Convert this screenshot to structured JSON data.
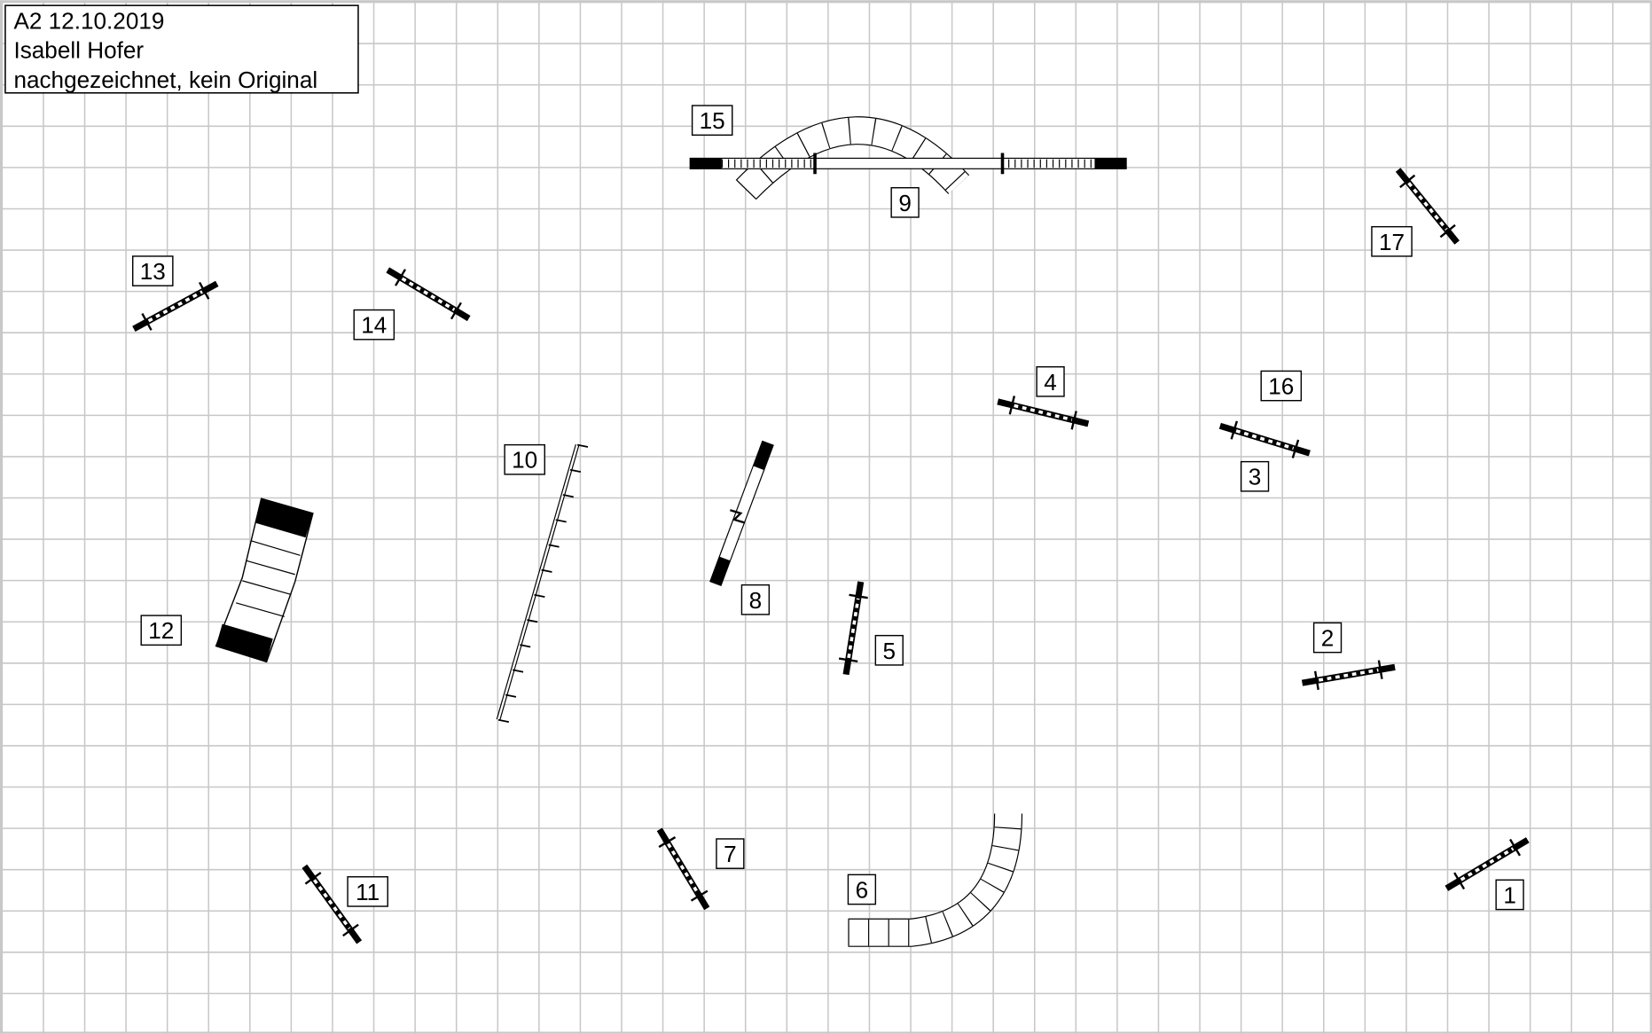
{
  "info_box": {
    "line1": "A2 12.10.2019",
    "line2": "Isabell Hofer",
    "line3": "nachgezeichnet, kein Original"
  },
  "obstacles": [
    {
      "number": "1",
      "type": "jump"
    },
    {
      "number": "2",
      "type": "jump"
    },
    {
      "number": "3",
      "type": "jump"
    },
    {
      "number": "4",
      "type": "jump"
    },
    {
      "number": "5",
      "type": "jump"
    },
    {
      "number": "6",
      "type": "tunnel"
    },
    {
      "number": "7",
      "type": "jump"
    },
    {
      "number": "8",
      "type": "tire"
    },
    {
      "number": "9",
      "type": "tunnel"
    },
    {
      "number": "10",
      "type": "weave"
    },
    {
      "number": "11",
      "type": "jump"
    },
    {
      "number": "12",
      "type": "a-frame"
    },
    {
      "number": "13",
      "type": "jump"
    },
    {
      "number": "14",
      "type": "jump"
    },
    {
      "number": "15",
      "type": "dogwalk"
    },
    {
      "number": "16",
      "type": "jump"
    },
    {
      "number": "17",
      "type": "jump"
    }
  ],
  "colors": {
    "grid": "#c8c8c8",
    "ink": "#000000"
  }
}
